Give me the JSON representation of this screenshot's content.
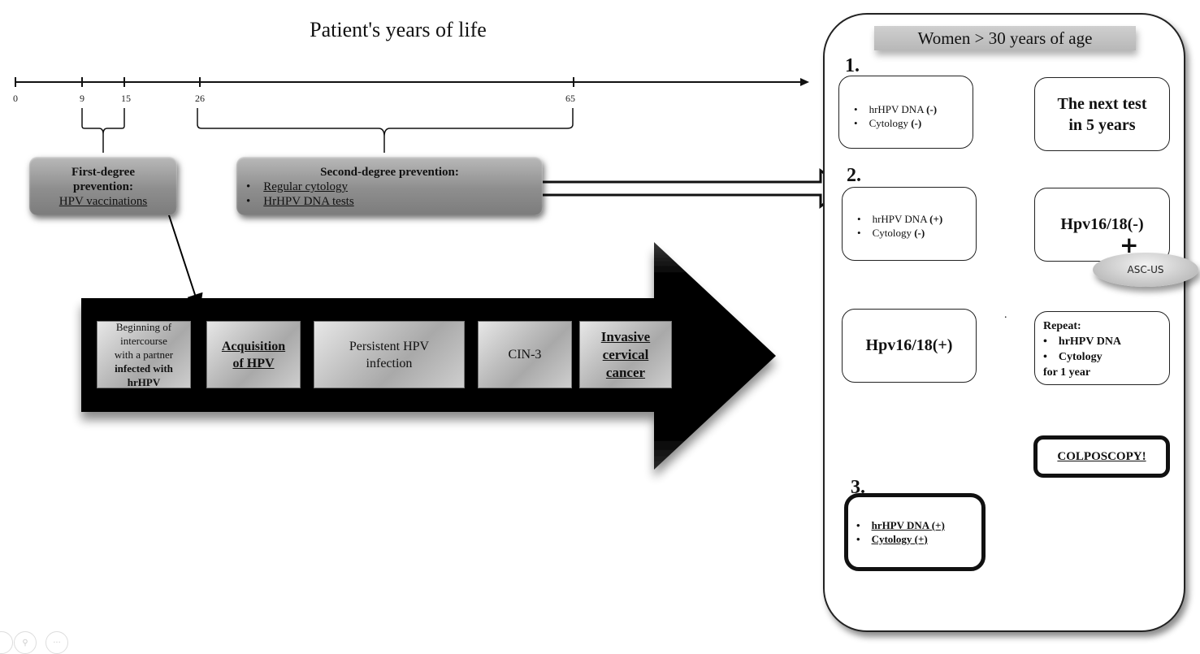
{
  "timeline": {
    "title": "Patient's years of life",
    "ticks": [
      "0",
      "9",
      "15",
      "26",
      "65"
    ]
  },
  "prevention": {
    "first": {
      "heading_line1": "First-degree",
      "heading_line2": "prevention:",
      "item": "HPV vaccinations"
    },
    "second": {
      "heading": "Second-degree prevention:",
      "items": [
        "Regular cytology",
        "HrHPV DNA tests"
      ]
    }
  },
  "progression": {
    "stages": [
      {
        "lines": [
          "Beginning of",
          "intercourse",
          "with a partner"
        ],
        "bold_lines": [
          "infected with",
          "hrHPV"
        ]
      },
      {
        "label_line1": "Acquisition",
        "label_line2": "of HPV"
      },
      {
        "label_line1": "Persistent HPV",
        "label_line2": "infection"
      },
      {
        "label_line1": "CIN-3"
      },
      {
        "label_line1": "Invasive",
        "label_line2": "cervical",
        "label_line3": "cancer"
      }
    ]
  },
  "panel": {
    "header": "Women > 30 years of age",
    "bullet": "•",
    "section1": {
      "number": "1.",
      "tests": [
        {
          "name": "hrHPV DNA",
          "result": "(-)"
        },
        {
          "name": "Cytology",
          "result": "(-)"
        }
      ],
      "outcome_line1": "The next test",
      "outcome_line2": "in 5 years"
    },
    "section2": {
      "number": "2.",
      "tests": [
        {
          "name": "hrHPV DNA",
          "result": "(+)"
        },
        {
          "name": "Cytology",
          "result": "(-)"
        }
      ],
      "negative_result": "Hpv16/18(-)",
      "plus_sign": "+",
      "ascus_label": "ASC-US",
      "positive_result": "Hpv16/18(+)",
      "dot": ".",
      "repeat": {
        "heading": "Repeat:",
        "items": [
          "hrHPV DNA",
          "Cytology"
        ],
        "footer": "for 1 year"
      }
    },
    "section3": {
      "number": "3.",
      "tests": [
        {
          "name": "hrHPV DNA",
          "result": "(+)"
        },
        {
          "name": "Cytology",
          "result": "(+)"
        }
      ]
    },
    "colposcopy": "COLPOSCOPY!"
  },
  "footer_icons": [
    "circle-icon",
    "search-icon",
    "more-icon"
  ],
  "footer_icon_glyphs": [
    "",
    "⚲",
    "···"
  ]
}
